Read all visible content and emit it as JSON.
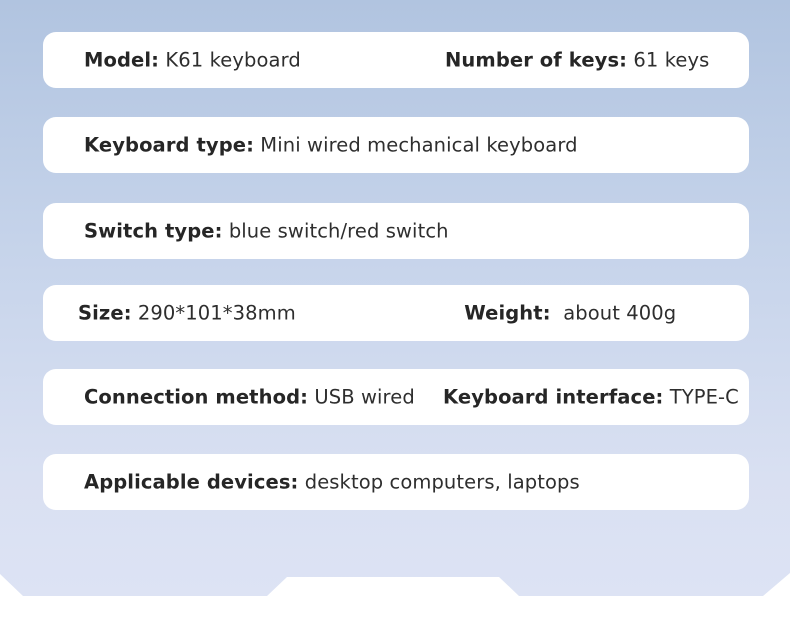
{
  "colors": {
    "bg_top": "#b3c6e2",
    "bg_mid": "#c8d5ec",
    "bg_bottom": "#dce2f4",
    "card": "#ffffff",
    "text": "#2b2b2b"
  },
  "specs": [
    {
      "items": [
        {
          "label": "Model:",
          "value": " K61 keyboard"
        },
        {
          "label": "Number of keys:",
          "value": " 61 keys"
        }
      ]
    },
    {
      "items": [
        {
          "label": "Keyboard type:",
          "value": " Mini wired mechanical keyboard"
        }
      ]
    },
    {
      "items": [
        {
          "label": "Switch type:",
          "value": " blue switch/red switch"
        }
      ]
    },
    {
      "items": [
        {
          "label": "Size:",
          "value": " 290*101*38mm"
        },
        {
          "label": "Weight:",
          "value": "  about 400g"
        }
      ]
    },
    {
      "items": [
        {
          "label": "Connection method:",
          "value": " USB wired"
        },
        {
          "label": "Keyboard interface:",
          "value": " TYPE-C"
        }
      ]
    },
    {
      "items": [
        {
          "label": "Applicable devices:",
          "value": " desktop computers, laptops"
        }
      ]
    }
  ]
}
